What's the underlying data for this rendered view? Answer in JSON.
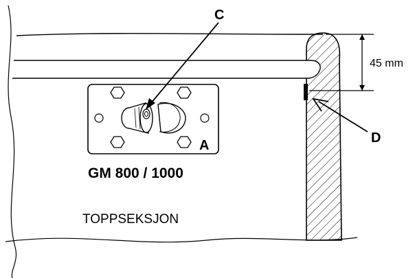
{
  "labels": {
    "c": "C",
    "d": "D",
    "a": "A",
    "dimension": "45 mm",
    "model": "GM 800 / 1000",
    "section": "TOPPSEKSJON"
  }
}
